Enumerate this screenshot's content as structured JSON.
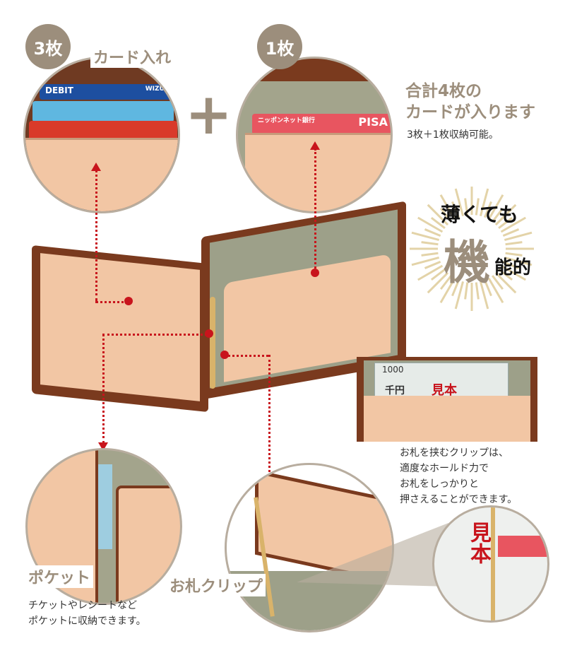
{
  "card_slots": {
    "count_badge": "3枚",
    "label": "カード入れ",
    "card_texts": [
      "DEBIT",
      "WIZUHO"
    ]
  },
  "extra_slot": {
    "count_badge": "1枚",
    "card_texts": [
      "ニッポンネット銀行",
      "PISA"
    ]
  },
  "plus_sign": "+",
  "headline": {
    "line1": "合計4枚の",
    "line2": "カードが入ります",
    "sub": "3枚＋1枚収納可能。"
  },
  "burst": {
    "line1": "薄くても",
    "big_char": "機",
    "rest": "能的"
  },
  "clip_photo": {
    "note_value": "1000",
    "note_text": "千円",
    "sample_stamp": "見本"
  },
  "clip_caption": [
    "お札を挟むクリップは、",
    "適度なホールド力で",
    "お札をしっかりと",
    "押さえることができます。"
  ],
  "pocket": {
    "label": "ポケット",
    "desc": [
      "チケットやレシートなど",
      "ポケットに収納できます。"
    ]
  },
  "clip": {
    "label": "お札クリップ",
    "sample_stamp": "見本"
  },
  "colors": {
    "accent": "#9c8e7c",
    "dot": "#c8141c",
    "leather": "#7a3a1e",
    "lining": "#f2c6a4",
    "olive": "#9da089"
  }
}
